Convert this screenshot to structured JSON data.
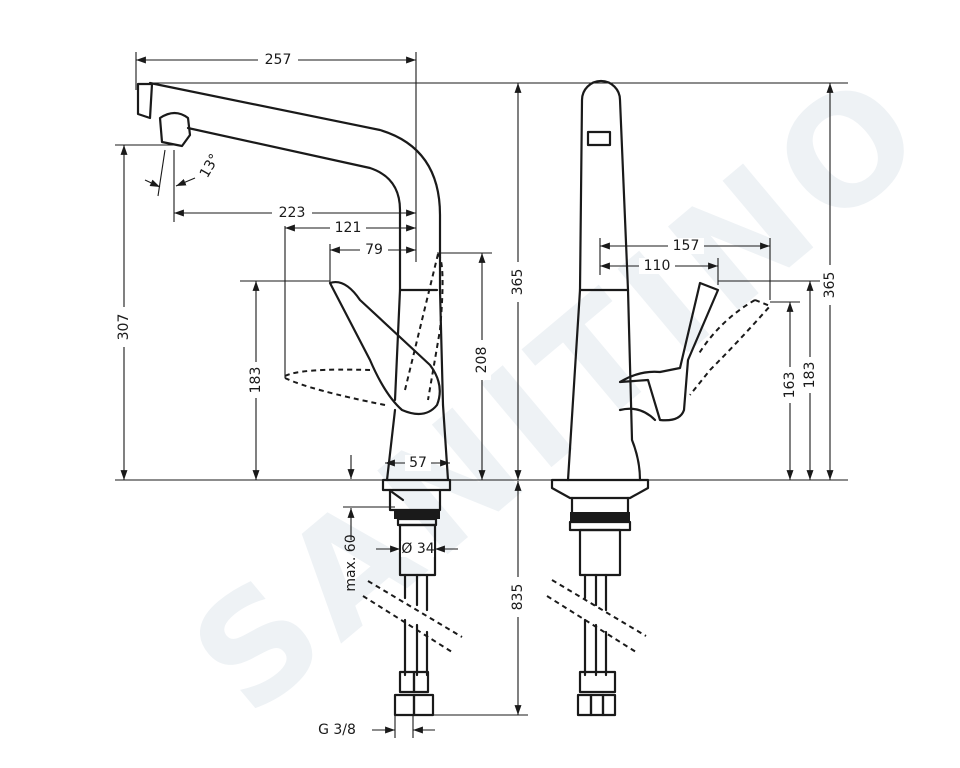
{
  "watermark": "SANITINO",
  "front_view": {
    "dimensions": {
      "overall_reach": "257",
      "spout_angle": "13°",
      "aerator_reach": "223",
      "lever_open_reach": "121",
      "lever_reach": "79",
      "total_height": "365",
      "aerator_height": "307",
      "lever_height": "183",
      "body_height": "208",
      "base_diameter": "57",
      "max_counter_thickness": "max. 60",
      "shank_diameter": "Ø 34",
      "hose_length": "835",
      "connection_thread": "G 3/8"
    }
  },
  "side_view": {
    "dimensions": {
      "lever_open_reach": "157",
      "lever_reach": "110",
      "lever_height_closed": "163",
      "lever_height_open": "183",
      "total_height": "365"
    }
  },
  "colors": {
    "line": "#1a1a1a",
    "watermark": "#eef2f5"
  }
}
